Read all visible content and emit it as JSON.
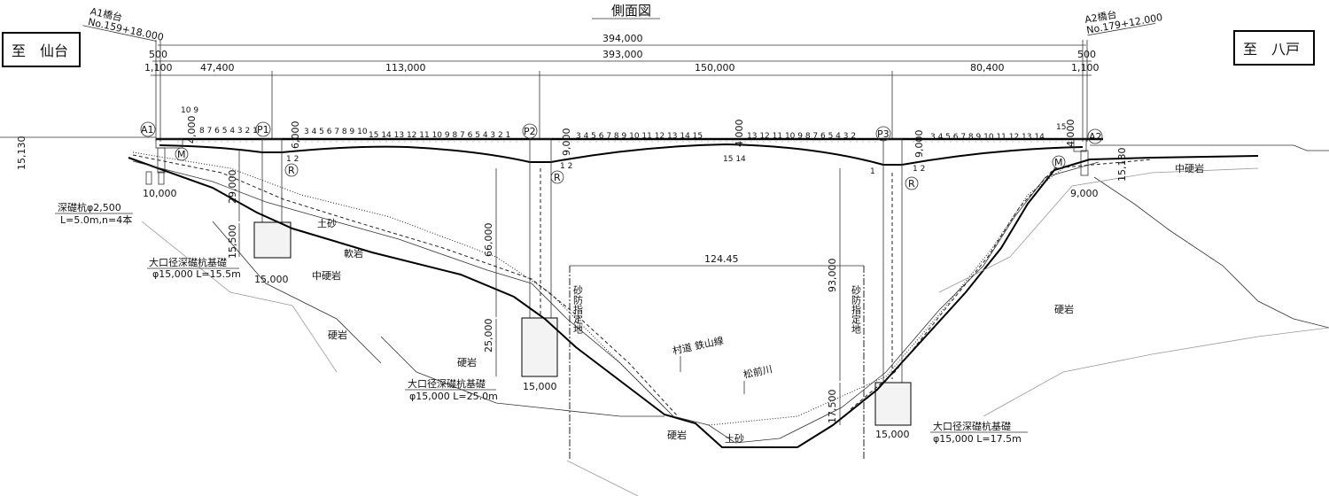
{
  "title": "側面図",
  "direction_left": "至　仙台",
  "direction_right": "至　八戸",
  "abutment_a1": {
    "name": "A1橋台",
    "station": "No.159+18.000"
  },
  "abutment_a2": {
    "name": "A2橋台",
    "station": "No.179+12.000"
  },
  "dimensions": {
    "total": "394,000",
    "bridge": "393,000",
    "end_left_500": "500",
    "end_right_500": "500",
    "end_left": "1,100",
    "end_right": "1,100",
    "spans": [
      "47,400",
      "113,000",
      "150,000",
      "80,400"
    ],
    "river_width": "124.45"
  },
  "supports": {
    "a1": "A1",
    "p1": "P1",
    "p2": "P2",
    "p3": "P3",
    "a2": "A2",
    "movable": "M",
    "rigid": "R"
  },
  "segments": {
    "a1_p1_top": "10 9",
    "a1_p1": "8 7 6 5 4 3 2 1",
    "p1_p2_a": "3 4 5 6 7 8 9 10",
    "p1_p2_b": "15 14 13 12 11  10 9 8 7 6 5 4 3 2 1",
    "p1_under": "1 2",
    "p2_p3_a": "3 4 5 6 7 8 9 10 11 12 13 14 15",
    "p2_p3_b": "13 12 11 10 9 8 7 6 5 4 3 2",
    "p2_under": "1 2",
    "p2p3_mid_under": "15 14",
    "p3_under_left": "1",
    "p3_under": "1 2",
    "p3_a2": "3 4 5 6 7 8 9 10 11 12 13 14",
    "p3_a2_top": "15"
  },
  "vertical_dims": {
    "a1_height": "15,130",
    "a2_height": "15,130",
    "deck_a1": "4,000",
    "deck_p1": "6,000",
    "deck_p2": "9,000",
    "deck_mid": "4,000",
    "deck_p3": "9,000",
    "deck_a2": "4,000",
    "p1_pier": "29,000",
    "p1_found": "15,500",
    "p2_pier": "66,000",
    "p2_found": "25,000",
    "p3_pier": "93,000",
    "p3_found": "17,500"
  },
  "foundations": {
    "a1_width": "10,000",
    "a1_type": "深礎杭φ2,500",
    "a1_spec": "L=5.0m,n=4本",
    "a2_width": "9,000",
    "p1_width": "15,000",
    "p1_type": "大口径深礎杭基礎",
    "p1_spec": "φ15,000 L=15.5m",
    "p2_width": "15,000",
    "p2_type": "大口径深礎杭基礎",
    "p2_spec": "φ15,000 L=25.0m",
    "p3_width": "15,000",
    "p3_type": "大口径深礎杭基礎",
    "p3_spec": "φ15,000 L=17.5m"
  },
  "geology": {
    "medium_hard_left": "中硬岩",
    "medium_hard_right": "中硬岩",
    "soil_left": "土砂",
    "soft_rock": "軟岩",
    "hard_rock_1": "硬岩",
    "hard_rock_2": "硬岩",
    "hard_rock_3": "硬岩",
    "hard_rock_right": "硬岩",
    "soil_valley": "土砂"
  },
  "annotations": {
    "erosion_left": "砂防指定地",
    "erosion_right": "砂防指定地",
    "road": "村道 鉄山線",
    "river": "松前川"
  }
}
